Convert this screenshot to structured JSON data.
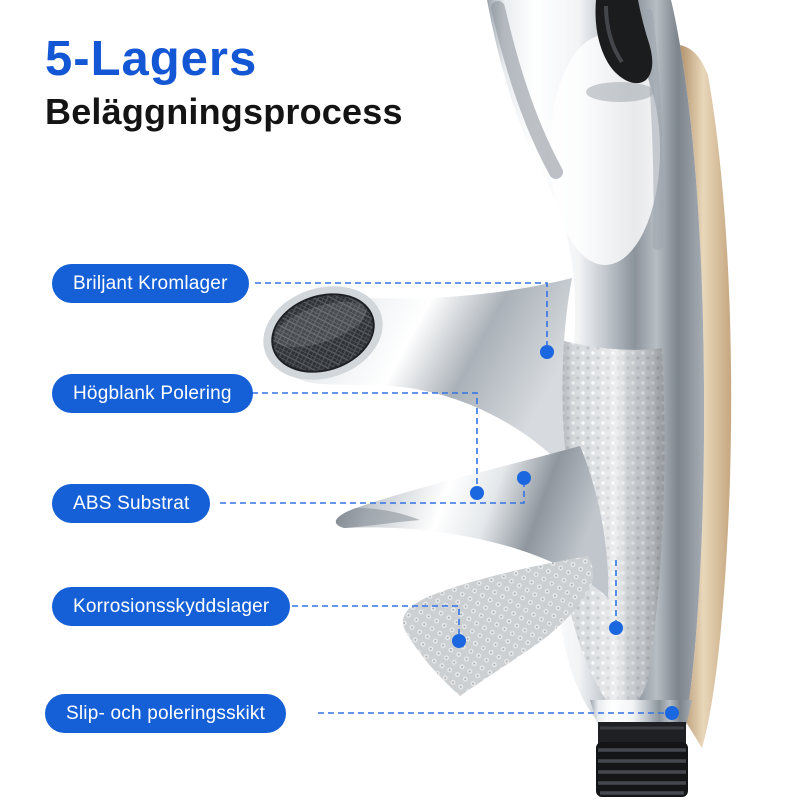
{
  "title": {
    "line1": "5-Lagers",
    "line2": "Beläggningsprocess"
  },
  "callouts": [
    {
      "label": "Briljant Kromlager"
    },
    {
      "label": "Högblank Polering"
    },
    {
      "label": "ABS Substrat"
    },
    {
      "label": "Korrosionsskyddslager"
    },
    {
      "label": "Slip- och poleringsskikt"
    }
  ],
  "colors": {
    "accent_blue": "#1560d6",
    "title_blue": "#1457d4",
    "text_dark": "#141414",
    "trim_beige": "#d8bf9e",
    "connector_blue": "#3273e4",
    "dot_blue": "#1b67df"
  }
}
